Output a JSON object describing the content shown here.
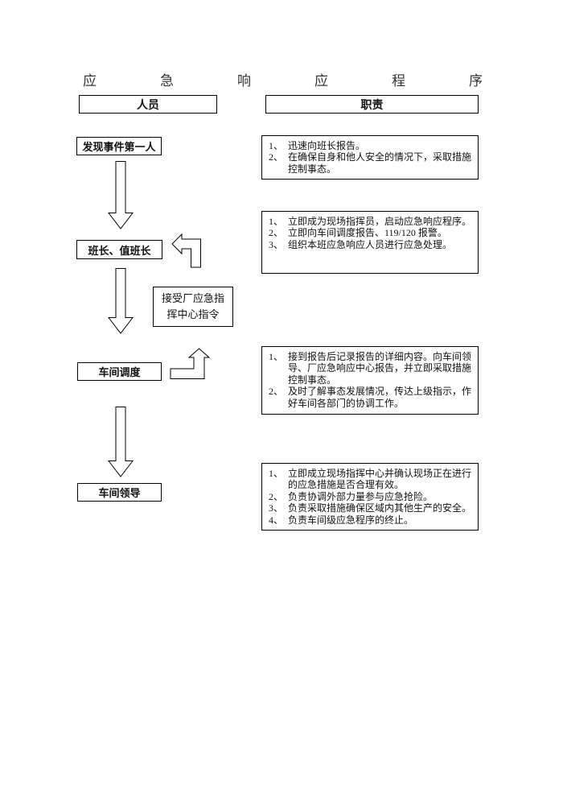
{
  "page": {
    "title": "应急响应程序"
  },
  "headers": {
    "person": "人员",
    "duty": "职责"
  },
  "nodes": {
    "discoverer": "发现事件第一人",
    "shift_leader": "班长、值班长",
    "instruction": "接受厂应急指挥中心指令",
    "dispatcher": "车间调度",
    "leader": "车间领导"
  },
  "duties": [
    {
      "items": [
        "迅速向班长报告。",
        "在确保自身和他人安全的情况下，采取措施控制事态。"
      ]
    },
    {
      "items": [
        "立即成为现场指挥员，启动应急响应程序。",
        "立即向车间调度报告、119/120 报警。",
        "组织本班应急响应人员进行应急处理。"
      ]
    },
    {
      "items": [
        "接到报告后记录报告的详细内容。向车间领导、厂应急响应中心报告，并立即采取措施控制事态。",
        "及时了解事态发展情况，传达上级指示，作好车间各部门的协调工作。"
      ]
    },
    {
      "items": [
        "立即成立现场指挥中心并确认现场正在进行的应急措施是否合理有效。",
        "负责协调外部力量参与应急抢险。",
        "负责采取措施确保区域内其他生产的安全。",
        "负责车间级应急程序的终止。"
      ]
    }
  ]
}
